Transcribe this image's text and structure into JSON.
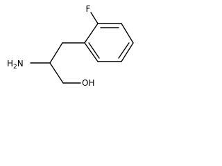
{
  "molecule": {
    "labels": {
      "fluorine": "F",
      "amine": {
        "main": "H",
        "subscript": "2",
        "tail": "N"
      },
      "hydroxyl": "OH"
    }
  }
}
